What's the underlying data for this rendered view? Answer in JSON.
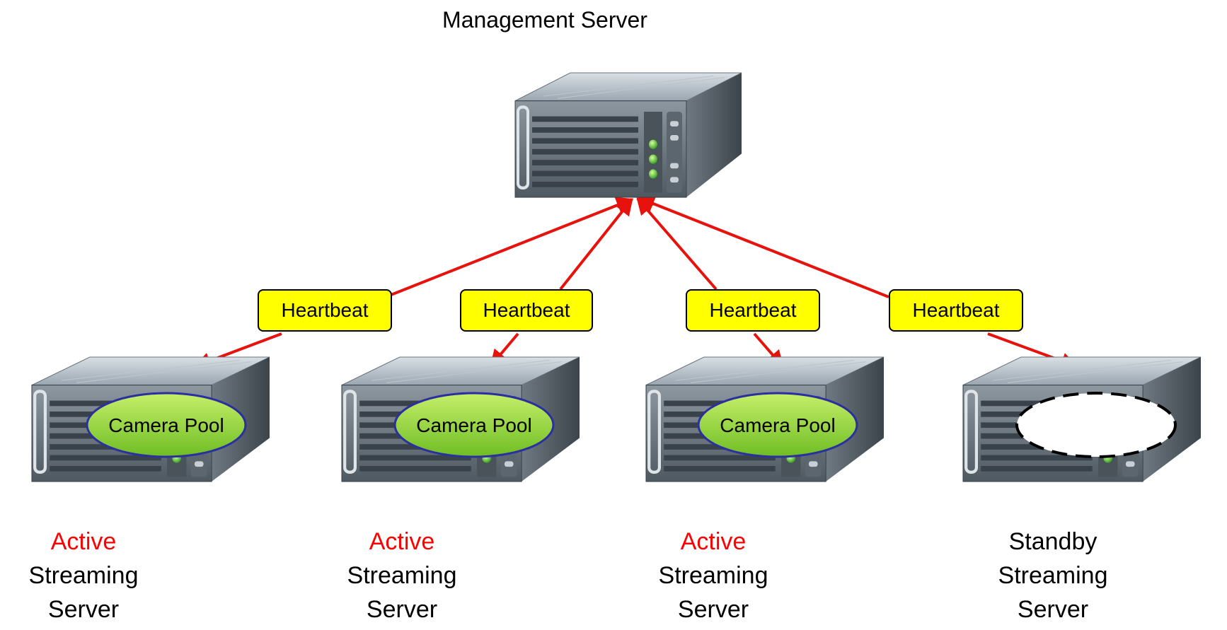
{
  "diagram": {
    "title": "Management Server",
    "heartbeat_label": "Heartbeat",
    "pool_label": "Camera Pool",
    "colors": {
      "arrow": "#e8120c",
      "label_bg": "#ffff00",
      "pool_fill": "#8fd13a",
      "pool_border": "#2b2fa0",
      "active_text": "#ff0000"
    },
    "streaming_servers": [
      {
        "status": "Active",
        "line2": "Streaming",
        "line3": "Server",
        "has_pool": true
      },
      {
        "status": "Active",
        "line2": "Streaming",
        "line3": "Server",
        "has_pool": true
      },
      {
        "status": "Active",
        "line2": "Streaming",
        "line3": "Server",
        "has_pool": true
      },
      {
        "status": "Standby",
        "line2": "Streaming",
        "line3": "Server",
        "has_pool": false
      }
    ],
    "icons": {
      "server": "rack-server-icon",
      "pool": "camera-pool-ellipse",
      "empty_pool": "empty-pool-dashed-ellipse"
    }
  }
}
